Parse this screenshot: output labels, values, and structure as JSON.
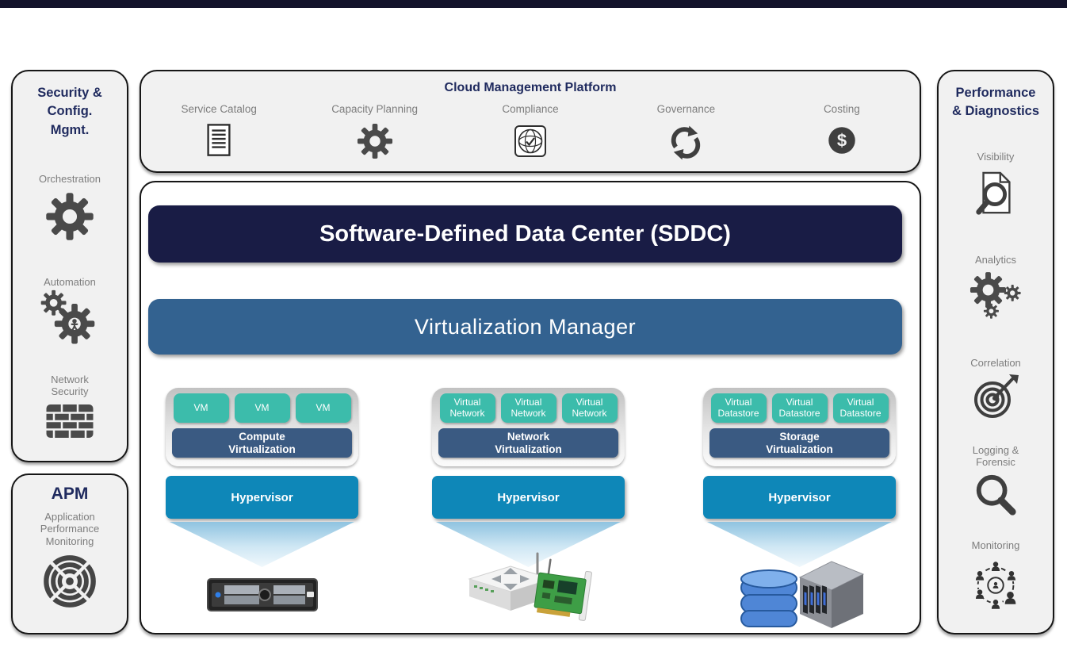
{
  "top_bar": {
    "color": "#13132b"
  },
  "security_panel": {
    "title": "Security &\nConfig.\nMgmt.",
    "items": [
      {
        "label": "Orchestration",
        "icon": "gear-icon"
      },
      {
        "label": "Automation",
        "icon": "gears-person-icon"
      },
      {
        "label": "Network\nSecurity",
        "icon": "firewall-icon"
      }
    ]
  },
  "apm_panel": {
    "title": "APM",
    "subtitle": "Application\nPerformance\nMonitoring",
    "icon": "bullseye-icon"
  },
  "cloud_platform": {
    "title": "Cloud Management Platform",
    "items": [
      {
        "label": "Service Catalog",
        "icon": "document-lines-icon"
      },
      {
        "label": "Capacity Planning",
        "icon": "gear-icon"
      },
      {
        "label": "Compliance",
        "icon": "globe-check-icon"
      },
      {
        "label": "Governance",
        "icon": "circular-arrows-icon"
      },
      {
        "label": "Costing",
        "icon": "dollar-circle-icon"
      }
    ]
  },
  "sddc": {
    "banner": "Software-Defined Data Center (SDDC)",
    "manager": "Virtualization Manager",
    "groups": [
      {
        "virtual_items": [
          "VM",
          "VM",
          "VM"
        ],
        "layer": "Compute\nVirtualization",
        "hypervisor": "Hypervisor",
        "hardware": "rack-server"
      },
      {
        "virtual_items": [
          "Virtual\nNetwork",
          "Virtual\nNetwork",
          "Virtual\nNetwork"
        ],
        "layer": "Network\nVirtualization",
        "hypervisor": "Hypervisor",
        "hardware": "router-nic"
      },
      {
        "virtual_items": [
          "Virtual\nDatastore",
          "Virtual\nDatastore",
          "Virtual\nDatastore"
        ],
        "layer": "Storage\nVirtualization",
        "hypervisor": "Hypervisor",
        "hardware": "database-storage-array"
      }
    ]
  },
  "performance_panel": {
    "title": "Performance\n& Diagnostics",
    "items": [
      {
        "label": "Visibility",
        "icon": "document-magnifier-icon"
      },
      {
        "label": "Analytics",
        "icon": "gears-icon"
      },
      {
        "label": "Correlation",
        "icon": "target-dart-icon"
      },
      {
        "label": "Logging &\nForensic",
        "icon": "magnifier-icon"
      },
      {
        "label": "Monitoring",
        "icon": "people-network-icon"
      }
    ]
  },
  "colors": {
    "sddc_banner": "#191c45",
    "virtualization_manager": "#336290",
    "hypervisor_bar": "#0e87b8",
    "vm_box_teal": "#3cbcab",
    "virtualization_layer": "#3a5a82",
    "panel_background": "#f1f1f1",
    "title_navy": "#1f2a5e",
    "label_gray": "#7d7d7d",
    "icon_gray": "#4a4a4a"
  }
}
